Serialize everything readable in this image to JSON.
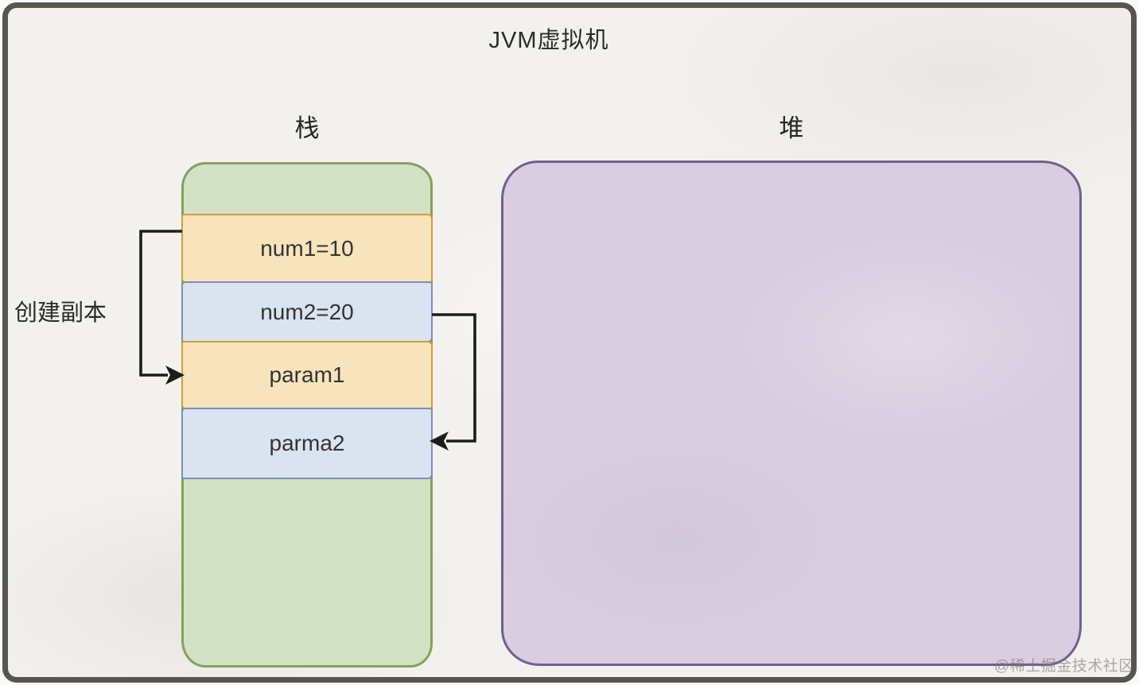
{
  "diagram": {
    "title": "JVM虚拟机"
  },
  "stack": {
    "label": "栈",
    "rows": [
      {
        "id": "num1",
        "label": "num1=10",
        "color": "#f8e4bc"
      },
      {
        "id": "num2",
        "label": "num2=20",
        "color": "#dae4f1"
      },
      {
        "id": "param1",
        "label": "param1",
        "color": "#f8e4bc"
      },
      {
        "id": "parma2",
        "label": "parma2",
        "color": "#dae4f1"
      }
    ]
  },
  "heap": {
    "label": "堆"
  },
  "annotations": {
    "create_copy": "创建副本"
  },
  "arrows": [
    {
      "name": "create-copy-arrow",
      "from": "num1",
      "to": "param1",
      "side": "left"
    },
    {
      "name": "num2-to-parma2-arrow",
      "from": "num2",
      "to": "parma2",
      "side": "right"
    }
  ],
  "watermark": "@稀土掘金技术社区",
  "colors": {
    "background": "#f3f1ee",
    "frame_border": "#56554e",
    "stack_fill": "#d3e2c6",
    "stack_border": "#83a25a",
    "orange_fill": "#f8e4bc",
    "orange_border": "#cf9f33",
    "blue_fill": "#dae4f1",
    "blue_border": "#7a8fba",
    "heap_fill": "#d9cde0",
    "heap_border": "#6e6093",
    "arrow": "#1c1c1c",
    "text": "#2b2b2b"
  }
}
